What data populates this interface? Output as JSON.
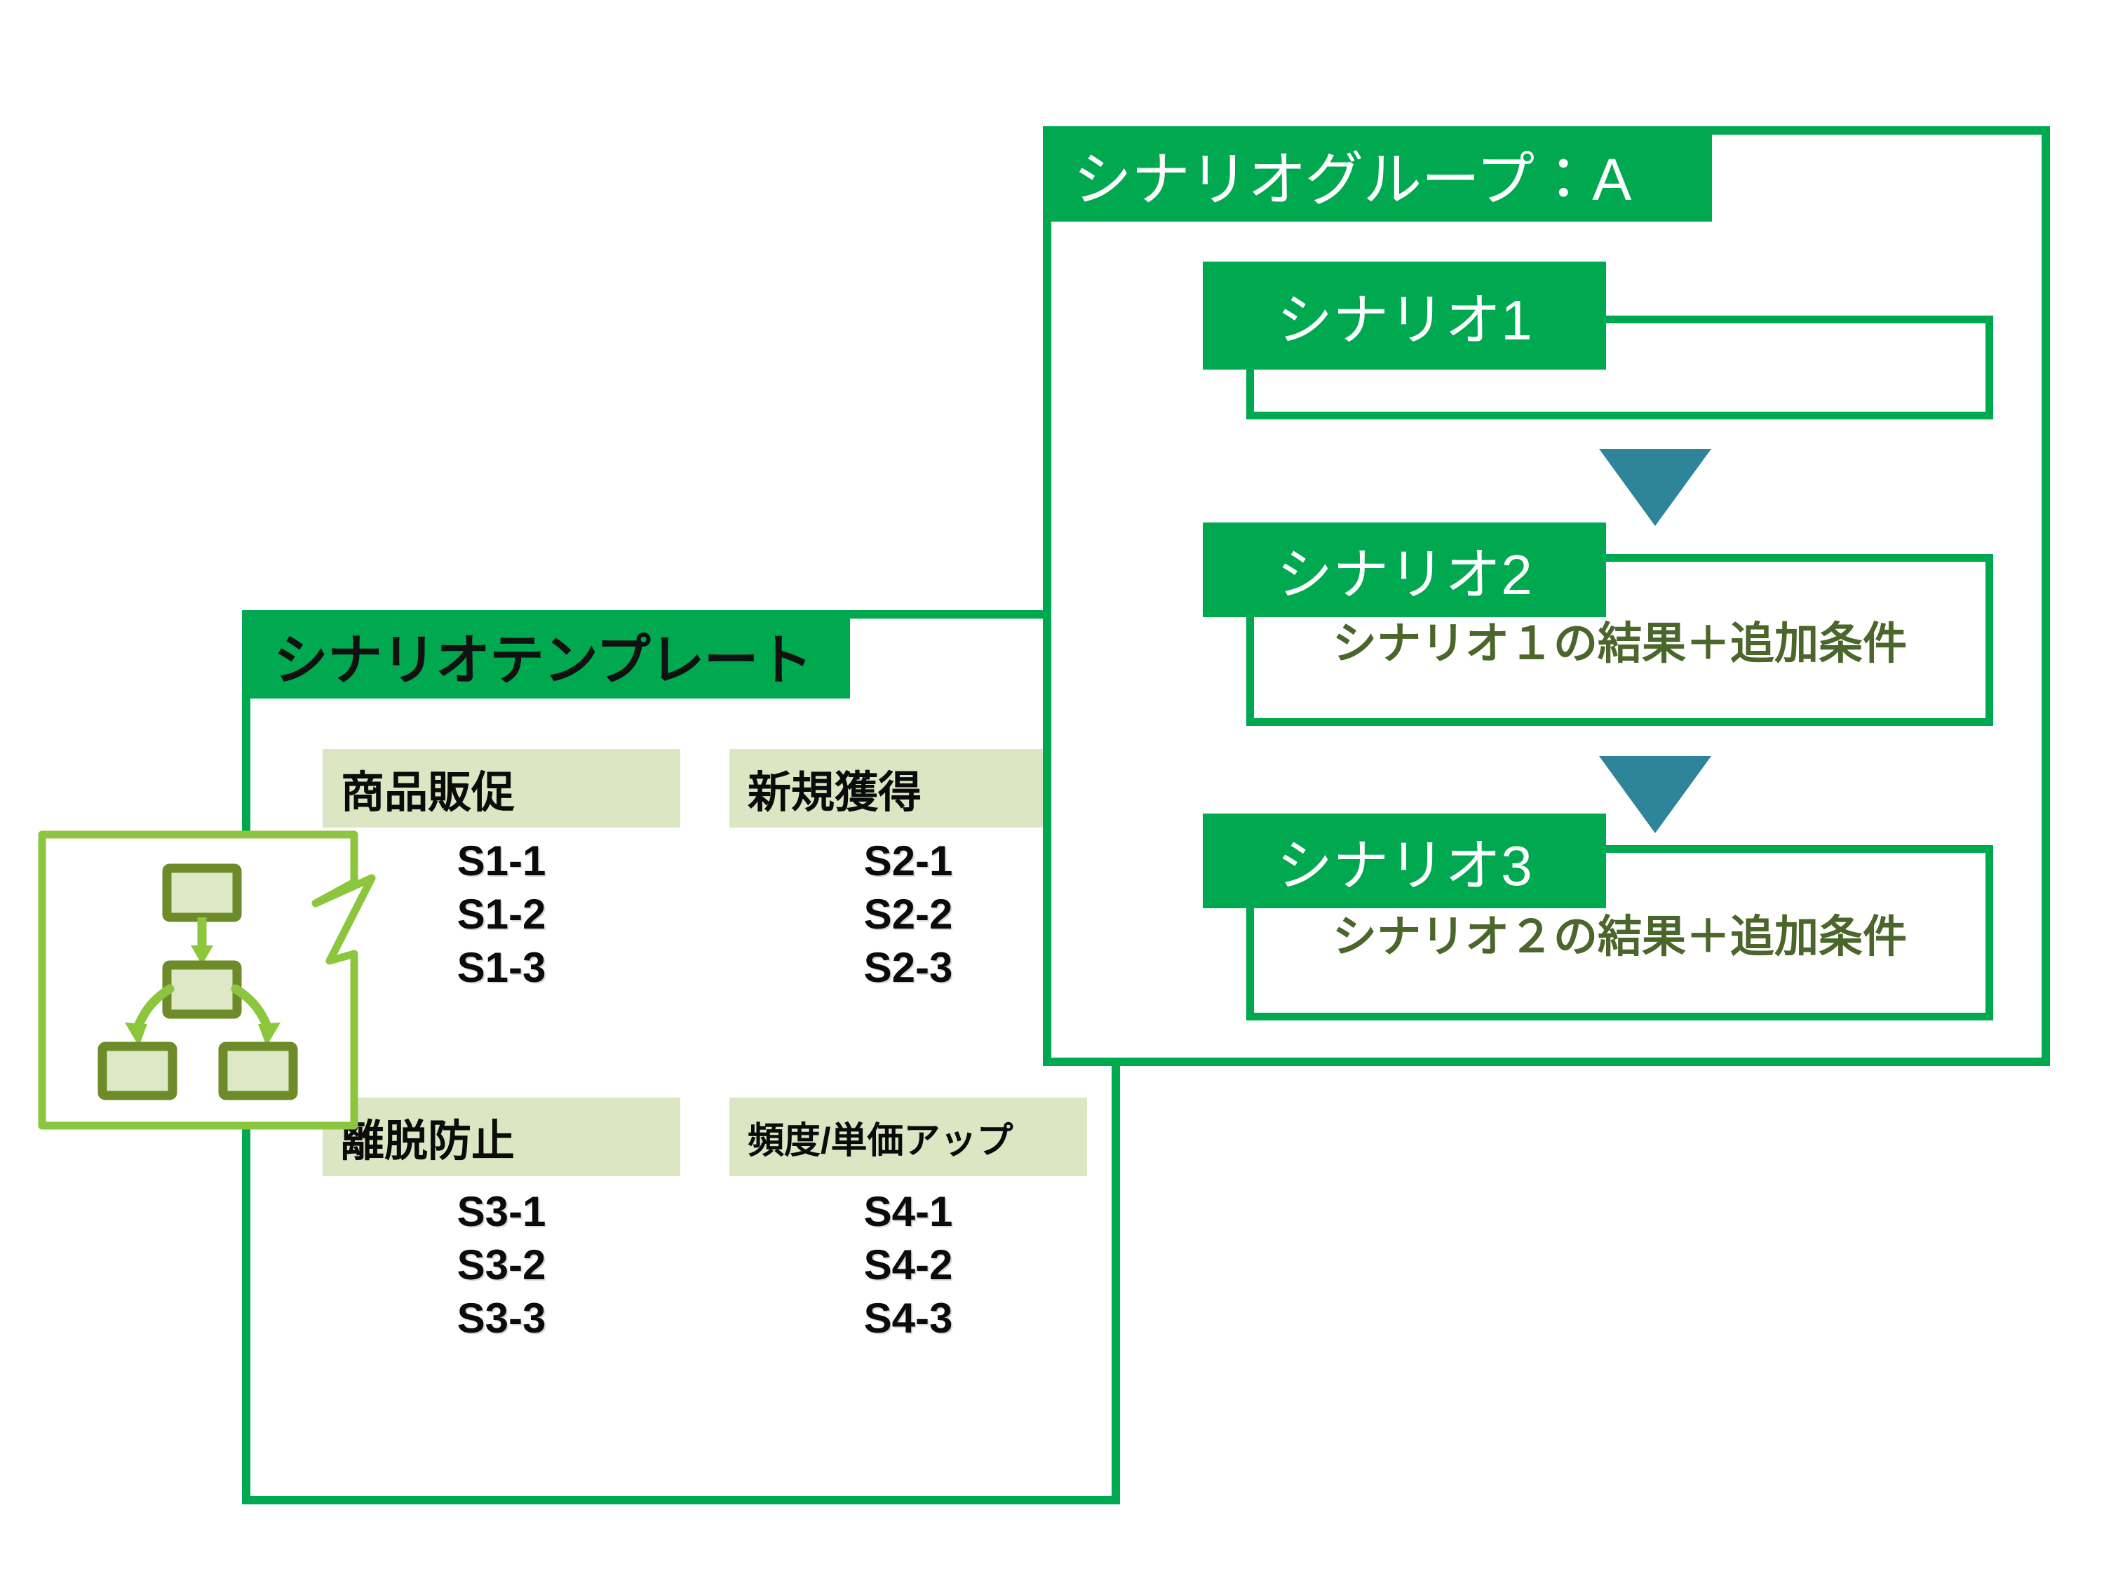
{
  "scenario_group": {
    "title": "シナリオグループ：A",
    "scenarios": [
      {
        "tab_label": "シナリオ1",
        "body_text": ""
      },
      {
        "tab_label": "シナリオ2",
        "body_text": "シナリオ１の結果＋追加条件"
      },
      {
        "tab_label": "シナリオ3",
        "body_text": "シナリオ２の結果＋追加条件"
      }
    ],
    "flow_arrow_icon": "down-triangle"
  },
  "template_panel": {
    "title": "シナリオテンプレート",
    "categories": [
      {
        "header": "商品販促",
        "items": [
          "S1-1",
          "S1-2",
          "S1-3"
        ]
      },
      {
        "header": "新規獲得",
        "items": [
          "S2-1",
          "S2-2",
          "S2-3"
        ]
      },
      {
        "header": "離脱防止",
        "items": [
          "S3-1",
          "S3-2",
          "S3-3"
        ]
      },
      {
        "header": "頻度/単価アップ",
        "items": [
          "S4-1",
          "S4-2",
          "S4-3"
        ]
      }
    ]
  },
  "callout": {
    "icon_name": "flowchart-icon",
    "node_count": 4
  },
  "colors": {
    "brand_green": "#00A950",
    "light_green_fill": "#DBE7C3",
    "olive_text": "#4A662A",
    "teal_arrow": "#2E8499",
    "callout_border": "#8CC63E",
    "flow_node_border": "#6E8B2A",
    "flow_node_fill": "#DDE8C6"
  }
}
